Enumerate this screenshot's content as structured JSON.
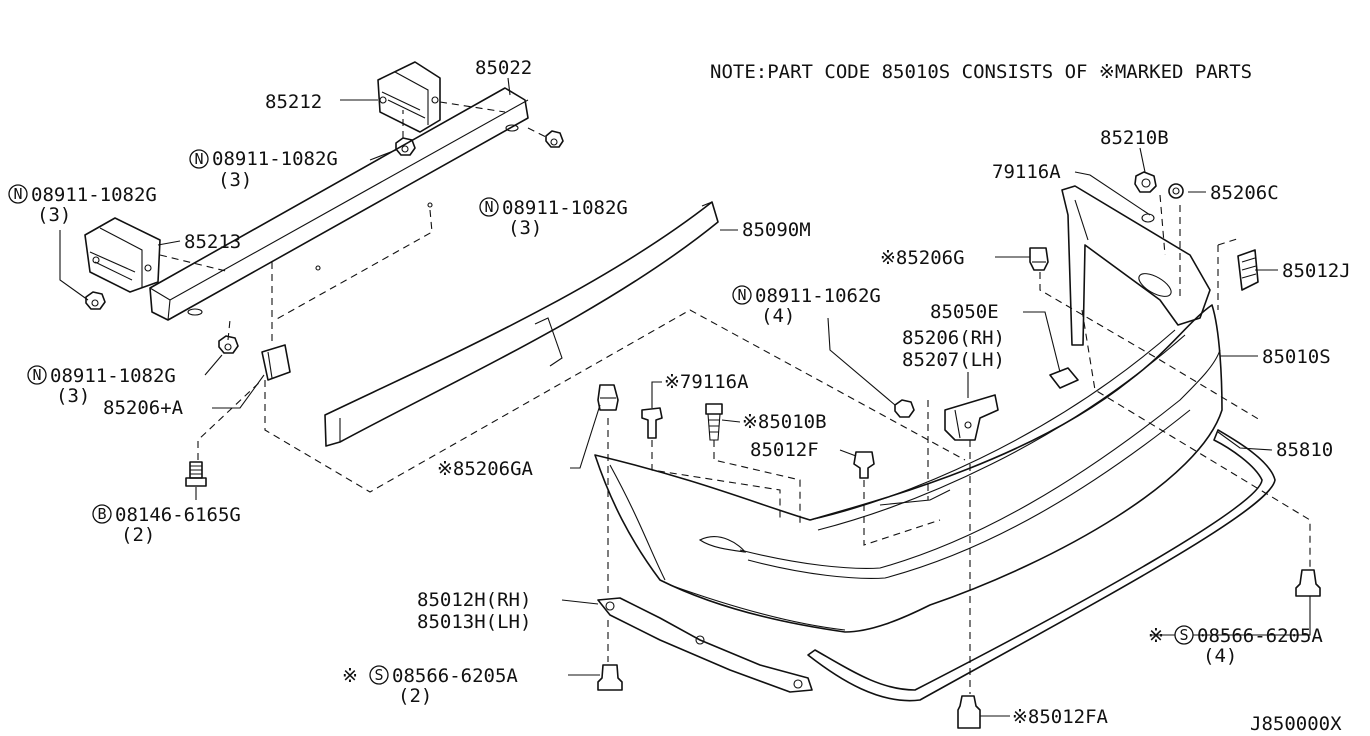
{
  "note": "NOTE:PART CODE 85010S CONSISTS OF ※MARKED PARTS",
  "diagram_code": "J850000X",
  "callouts": [
    {
      "id": "85022",
      "text": "85022"
    },
    {
      "id": "85212",
      "text": "85212"
    },
    {
      "id": "n-08911-1082g-a",
      "symbol": "N",
      "text": "08911-1082G",
      "qty": "(3)"
    },
    {
      "id": "n-08911-1082g-b",
      "symbol": "N",
      "text": "08911-1082G",
      "qty": "(3)"
    },
    {
      "id": "n-08911-1082g-c",
      "symbol": "N",
      "text": "08911-1082G",
      "qty": "(3)"
    },
    {
      "id": "n-08911-1082g-d",
      "symbol": "N",
      "text": "08911-1082G",
      "qty": "(3)"
    },
    {
      "id": "85213",
      "text": "85213"
    },
    {
      "id": "85090m",
      "text": "85090M"
    },
    {
      "id": "85206-a",
      "text": "85206+A"
    },
    {
      "id": "b-08146-6165g",
      "symbol": "B",
      "text": "08146-6165G",
      "qty": "(2)"
    },
    {
      "id": "85210b",
      "text": "85210B"
    },
    {
      "id": "79116a-top",
      "text": "79116A"
    },
    {
      "id": "85206c",
      "text": "85206C"
    },
    {
      "id": "85206g",
      "text": "※85206G"
    },
    {
      "id": "85012j",
      "text": "85012J"
    },
    {
      "id": "n-08911-1062g",
      "symbol": "N",
      "text": "08911-1062G",
      "qty": "(4)"
    },
    {
      "id": "85050e",
      "text": "85050E"
    },
    {
      "id": "85206-rh",
      "text": "85206(RH)"
    },
    {
      "id": "85207-lh",
      "text": "85207(LH)"
    },
    {
      "id": "85010s",
      "text": "85010S"
    },
    {
      "id": "79116a-mid",
      "text": "※79116A"
    },
    {
      "id": "85010b",
      "text": "※85010B"
    },
    {
      "id": "85012f",
      "text": "85012F"
    },
    {
      "id": "85206ga",
      "text": "※85206GA"
    },
    {
      "id": "85810",
      "text": "85810"
    },
    {
      "id": "85012h-rh",
      "text": "85012H(RH)"
    },
    {
      "id": "85013h-lh",
      "text": "85013H(LH)"
    },
    {
      "id": "s-08566-6205a-left",
      "prefix": "※",
      "symbol": "S",
      "text": "08566-6205A",
      "qty": "(2)"
    },
    {
      "id": "s-08566-6205a-right",
      "prefix": "※",
      "symbol": "S",
      "text": "08566-6205A",
      "qty": "(4)"
    },
    {
      "id": "85012fa",
      "text": "※85012FA"
    }
  ]
}
